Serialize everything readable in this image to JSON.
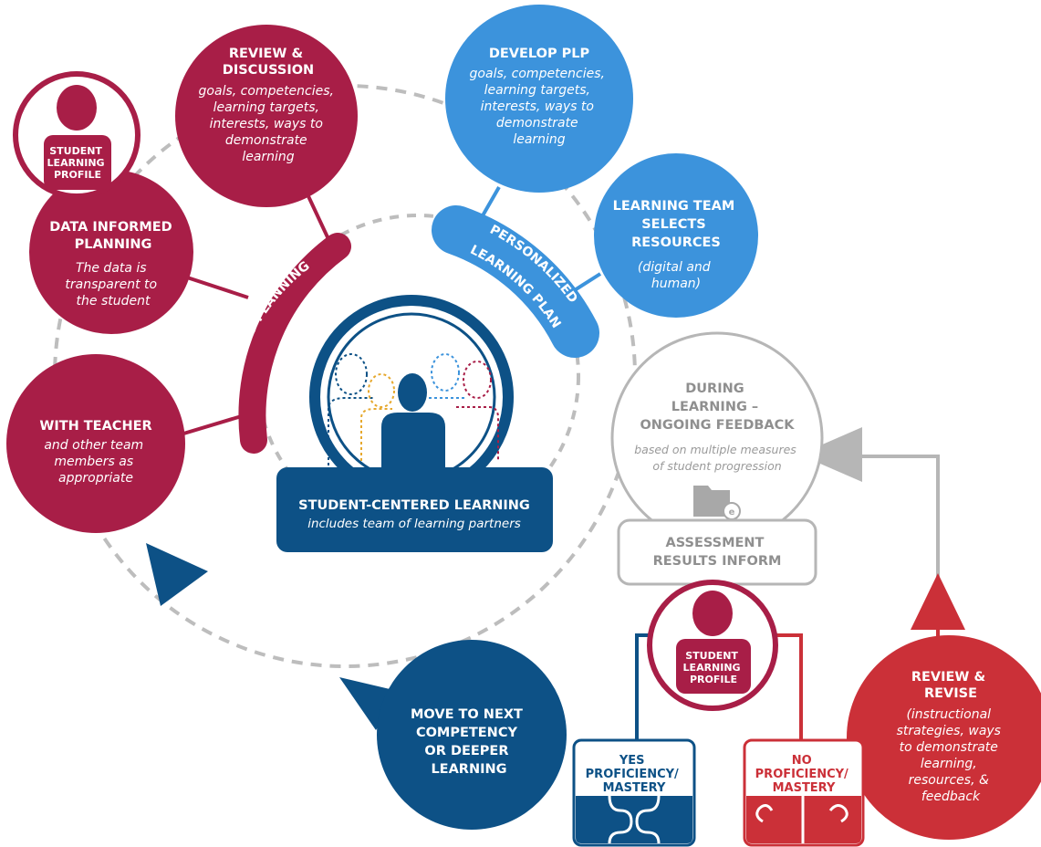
{
  "colors": {
    "maroon": "#a81e47",
    "blue_light": "#3c93dc",
    "navy": "#0d5186",
    "red": "#cb3038",
    "gray": "#b6b6b6",
    "white": "#ffffff"
  },
  "review_discussion": {
    "title": [
      "REVIEW &",
      "DISCUSSION"
    ],
    "body": [
      "goals, competencies,",
      "learning targets,",
      "interests, ways to",
      "demonstrate",
      "learning"
    ]
  },
  "develop_plp": {
    "title": [
      "DEVELOP PLP"
    ],
    "body": [
      "goals, competencies,",
      "learning targets,",
      "interests, ways to",
      "demonstrate",
      "learning"
    ]
  },
  "learning_team": {
    "title": [
      "LEARNING TEAM",
      "SELECTS",
      "RESOURCES"
    ],
    "body": [
      "(digital and",
      "human)"
    ]
  },
  "data_informed": {
    "title": [
      "DATA INFORMED",
      "PLANNING"
    ],
    "body": [
      "The data is",
      "transparent to",
      "the student"
    ]
  },
  "student_profile_top": {
    "lines": [
      "STUDENT",
      "LEARNING",
      "PROFILE"
    ]
  },
  "with_teacher": {
    "title": [
      "WITH TEACHER"
    ],
    "body": [
      "and other team",
      "members as",
      "appropriate"
    ]
  },
  "co_planning": {
    "label": "CO-PLANNING"
  },
  "plp_band": {
    "lines": [
      "PERSONALIZED",
      "LEARNING PLAN"
    ]
  },
  "center": {
    "title": "STUDENT-CENTERED LEARNING",
    "subtitle": "includes team of learning partners"
  },
  "during_learning": {
    "title": [
      "DURING",
      "LEARNING –",
      "ONGOING FEEDBACK"
    ],
    "body": [
      "based on multiple measures",
      "of student progression"
    ]
  },
  "assessment": {
    "lines": [
      "ASSESSMENT",
      "RESULTS INFORM"
    ]
  },
  "student_profile_bottom": {
    "lines": [
      "STUDENT",
      "LEARNING",
      "PROFILE"
    ]
  },
  "yes_box": {
    "lines": [
      "YES",
      "PROFICIENCY/",
      "MASTERY"
    ]
  },
  "no_box": {
    "lines": [
      "NO",
      "PROFICIENCY/",
      "MASTERY"
    ]
  },
  "move_next": {
    "lines": [
      "MOVE TO NEXT",
      "COMPETENCY",
      "OR  DEEPER",
      "LEARNING"
    ]
  },
  "review_revise": {
    "title": [
      "REVIEW &",
      "REVISE"
    ],
    "body": [
      "(instructional",
      "strategies, ways",
      "to demonstrate",
      "learning,",
      "resources, &",
      "feedback"
    ]
  }
}
